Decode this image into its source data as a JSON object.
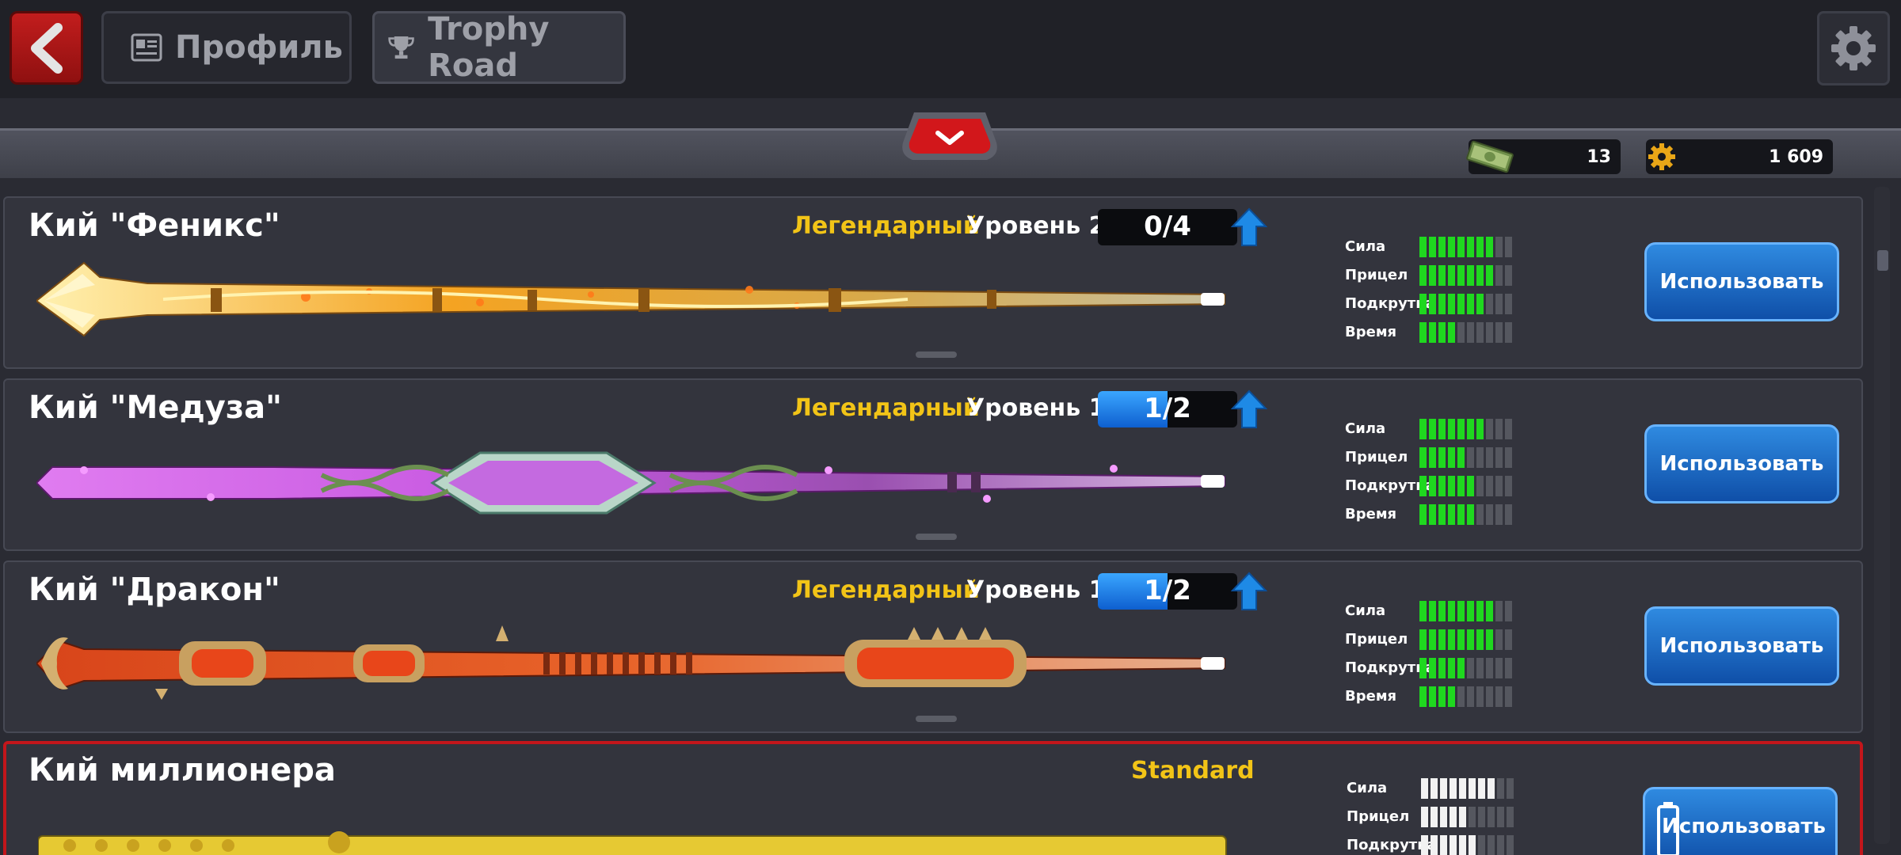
{
  "header": {
    "tabs": [
      {
        "label": "Профиль",
        "icon": "id-card-icon"
      },
      {
        "label": "Trophy Road",
        "icon": "trophy-icon"
      }
    ]
  },
  "currency": {
    "cash": "13",
    "coins": "1 609"
  },
  "stat_labels": [
    "Сила",
    "Прицел",
    "Подкрутка",
    "Время"
  ],
  "cues": [
    {
      "name": "Кий \"Феникс\"",
      "rarity": "Легендарный",
      "level": "Уровень 2",
      "progress": "0/4",
      "progress_fraction": 0.0,
      "stats": [
        8,
        8,
        7,
        4
      ],
      "button": "Использовать"
    },
    {
      "name": "Кий \"Медуза\"",
      "rarity": "Легендарный",
      "level": "Уровень 1",
      "progress": "1/2",
      "progress_fraction": 0.5,
      "stats": [
        7,
        5,
        6,
        6
      ],
      "button": "Использовать"
    },
    {
      "name": "Кий \"Дракон\"",
      "rarity": "Легендарный",
      "level": "Уровень 1",
      "progress": "1/2",
      "progress_fraction": 0.5,
      "stats": [
        8,
        8,
        5,
        4
      ],
      "button": "Использовать"
    },
    {
      "name": "Кий миллионера",
      "rarity": "Standard",
      "stats": [
        8,
        5,
        6
      ],
      "button": "Использовать"
    }
  ],
  "colors": {
    "accent_gold": "#f2c417",
    "stat_green": "#1fd81f",
    "button_blue": "#1f6fcc",
    "selected_red": "#c3161b"
  }
}
